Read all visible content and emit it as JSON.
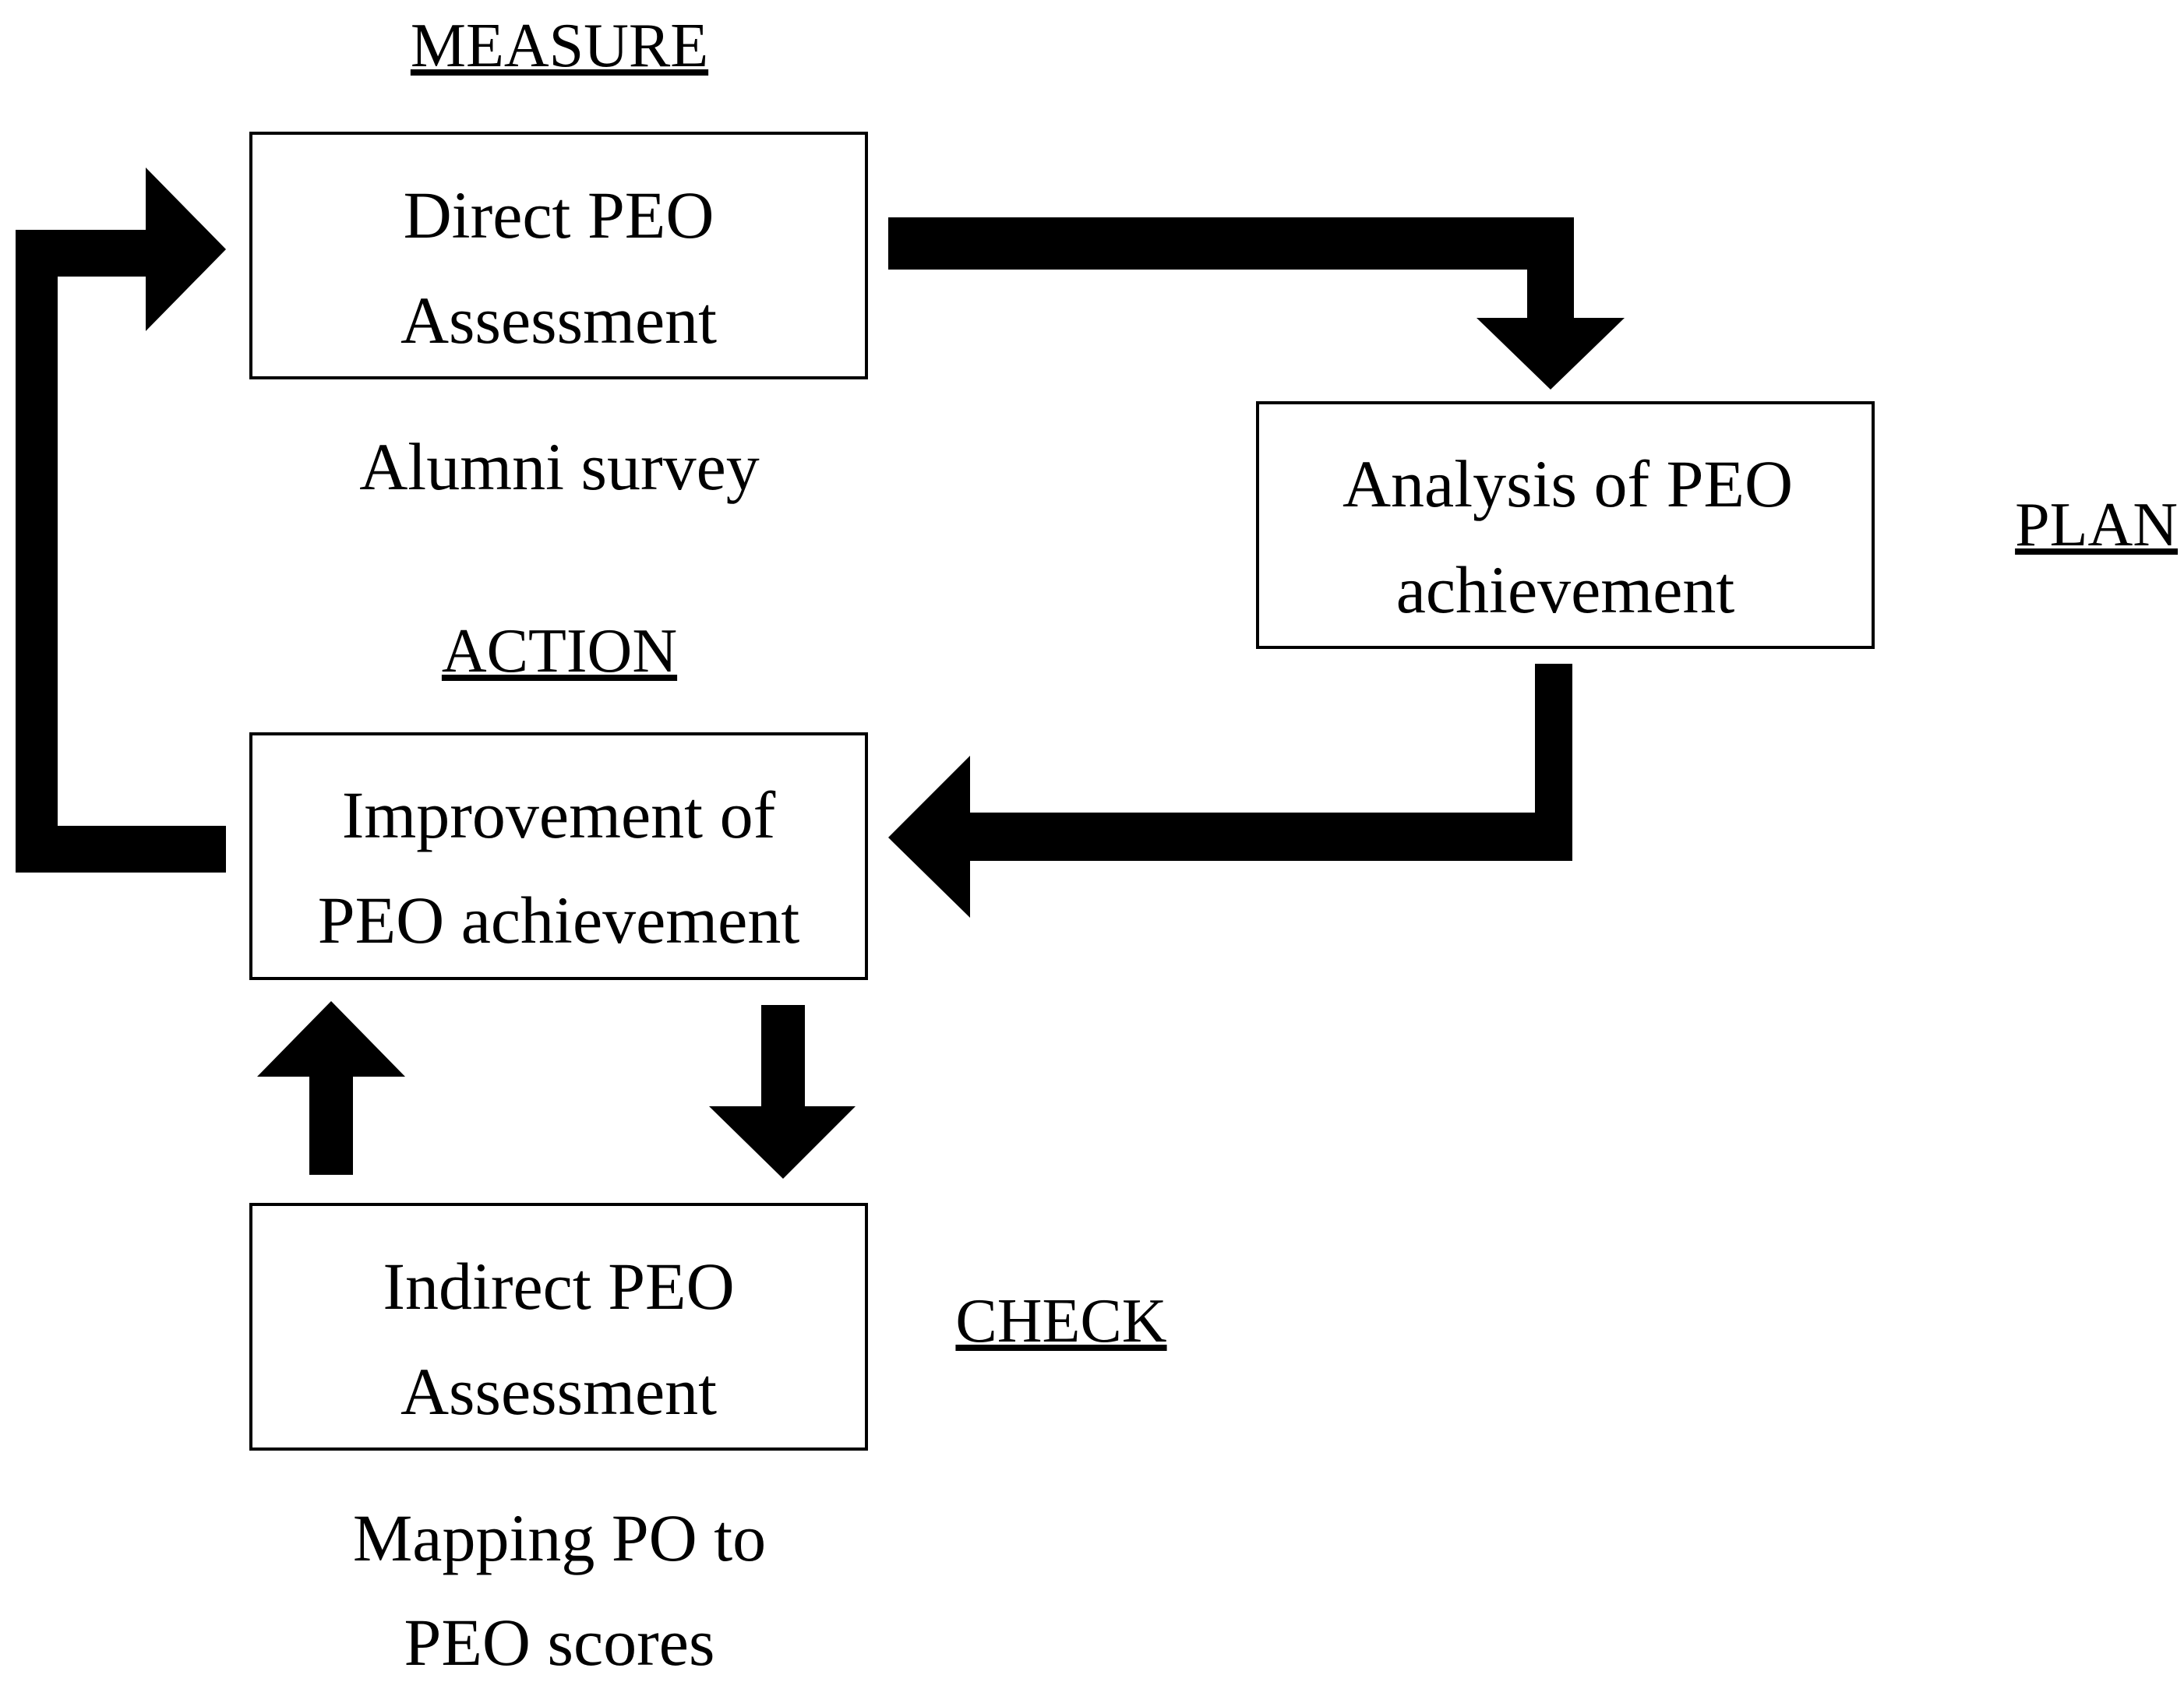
{
  "phases": {
    "measure": "MEASURE",
    "plan": "PLAN",
    "action": "ACTION",
    "check": "CHECK"
  },
  "boxes": {
    "direct": {
      "line1": "Direct PEO",
      "line2": "Assessment"
    },
    "analysis": {
      "line1": "Analysis of PEO",
      "line2": "achievement"
    },
    "improvement": {
      "line1": "Improvement of",
      "line2": "PEO achievement"
    },
    "indirect": {
      "line1": "Indirect PEO",
      "line2": "Assessment"
    }
  },
  "captions": {
    "alumni": "Alumni survey",
    "mapping_line1": "Mapping PO to",
    "mapping_line2": "PEO scores"
  },
  "colors": {
    "ink": "#000000",
    "background": "#ffffff"
  }
}
